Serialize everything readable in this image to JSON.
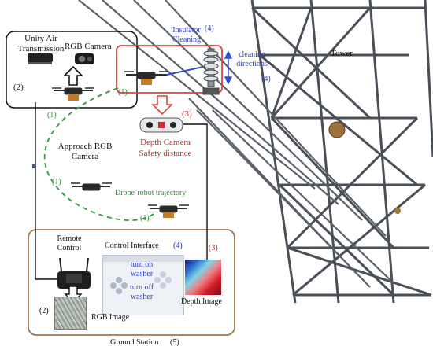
{
  "labels": {
    "unity_air_transmission": "Unity Air Transmission",
    "rgb_camera": "RGB Camera",
    "insulator_cleaning": "Insulator Cleaning",
    "insulator_cleaning_num": "(4)",
    "cleaning_directions": "cleaning directions",
    "cleaning_directions_num": "(4)",
    "tower": "Tower",
    "num_2_top": "(2)",
    "num_1_top": "(1)",
    "num_3_top": "(3)",
    "depth_camera": "Depth Camera",
    "safety_distance": "Safety distance",
    "approach_rgb_camera": "Approach RGB Camera",
    "num_1_left_a": "(1)",
    "num_1_left_b": "(1)",
    "drone_robot_trajectory": "Drone-robot trajectory",
    "num_1_bottom": "(1)",
    "remote_control": "Remote Control",
    "control_interface": "Control Interface",
    "control_interface_num": "(4)",
    "num_3_bottom": "(3)",
    "turn_on_washer": "turn on washer",
    "turn_off_washer": "turn off washer",
    "depth_image": "Depth Image",
    "num_2_bottom": "(2)",
    "rgb_image": "RGB Image",
    "ground_station": "Ground Station",
    "ground_station_num": "(5)"
  },
  "colors": {
    "label_blue": "#2f3fb8",
    "label_red": "#b8302a",
    "label_green": "#2e8b2e",
    "box_black": "#111111",
    "box_red": "#d9453f",
    "box_brown": "#a07850",
    "trajectory_green": "#2e9b3e",
    "tower_steel": "#4a4f57"
  },
  "icons": [
    "drone-icon",
    "transmitter-icon",
    "rgb-camera-icon",
    "depth-camera-icon",
    "remote-control-icon",
    "insulator-icon",
    "tower-icon",
    "sphere-marker-icon"
  ]
}
